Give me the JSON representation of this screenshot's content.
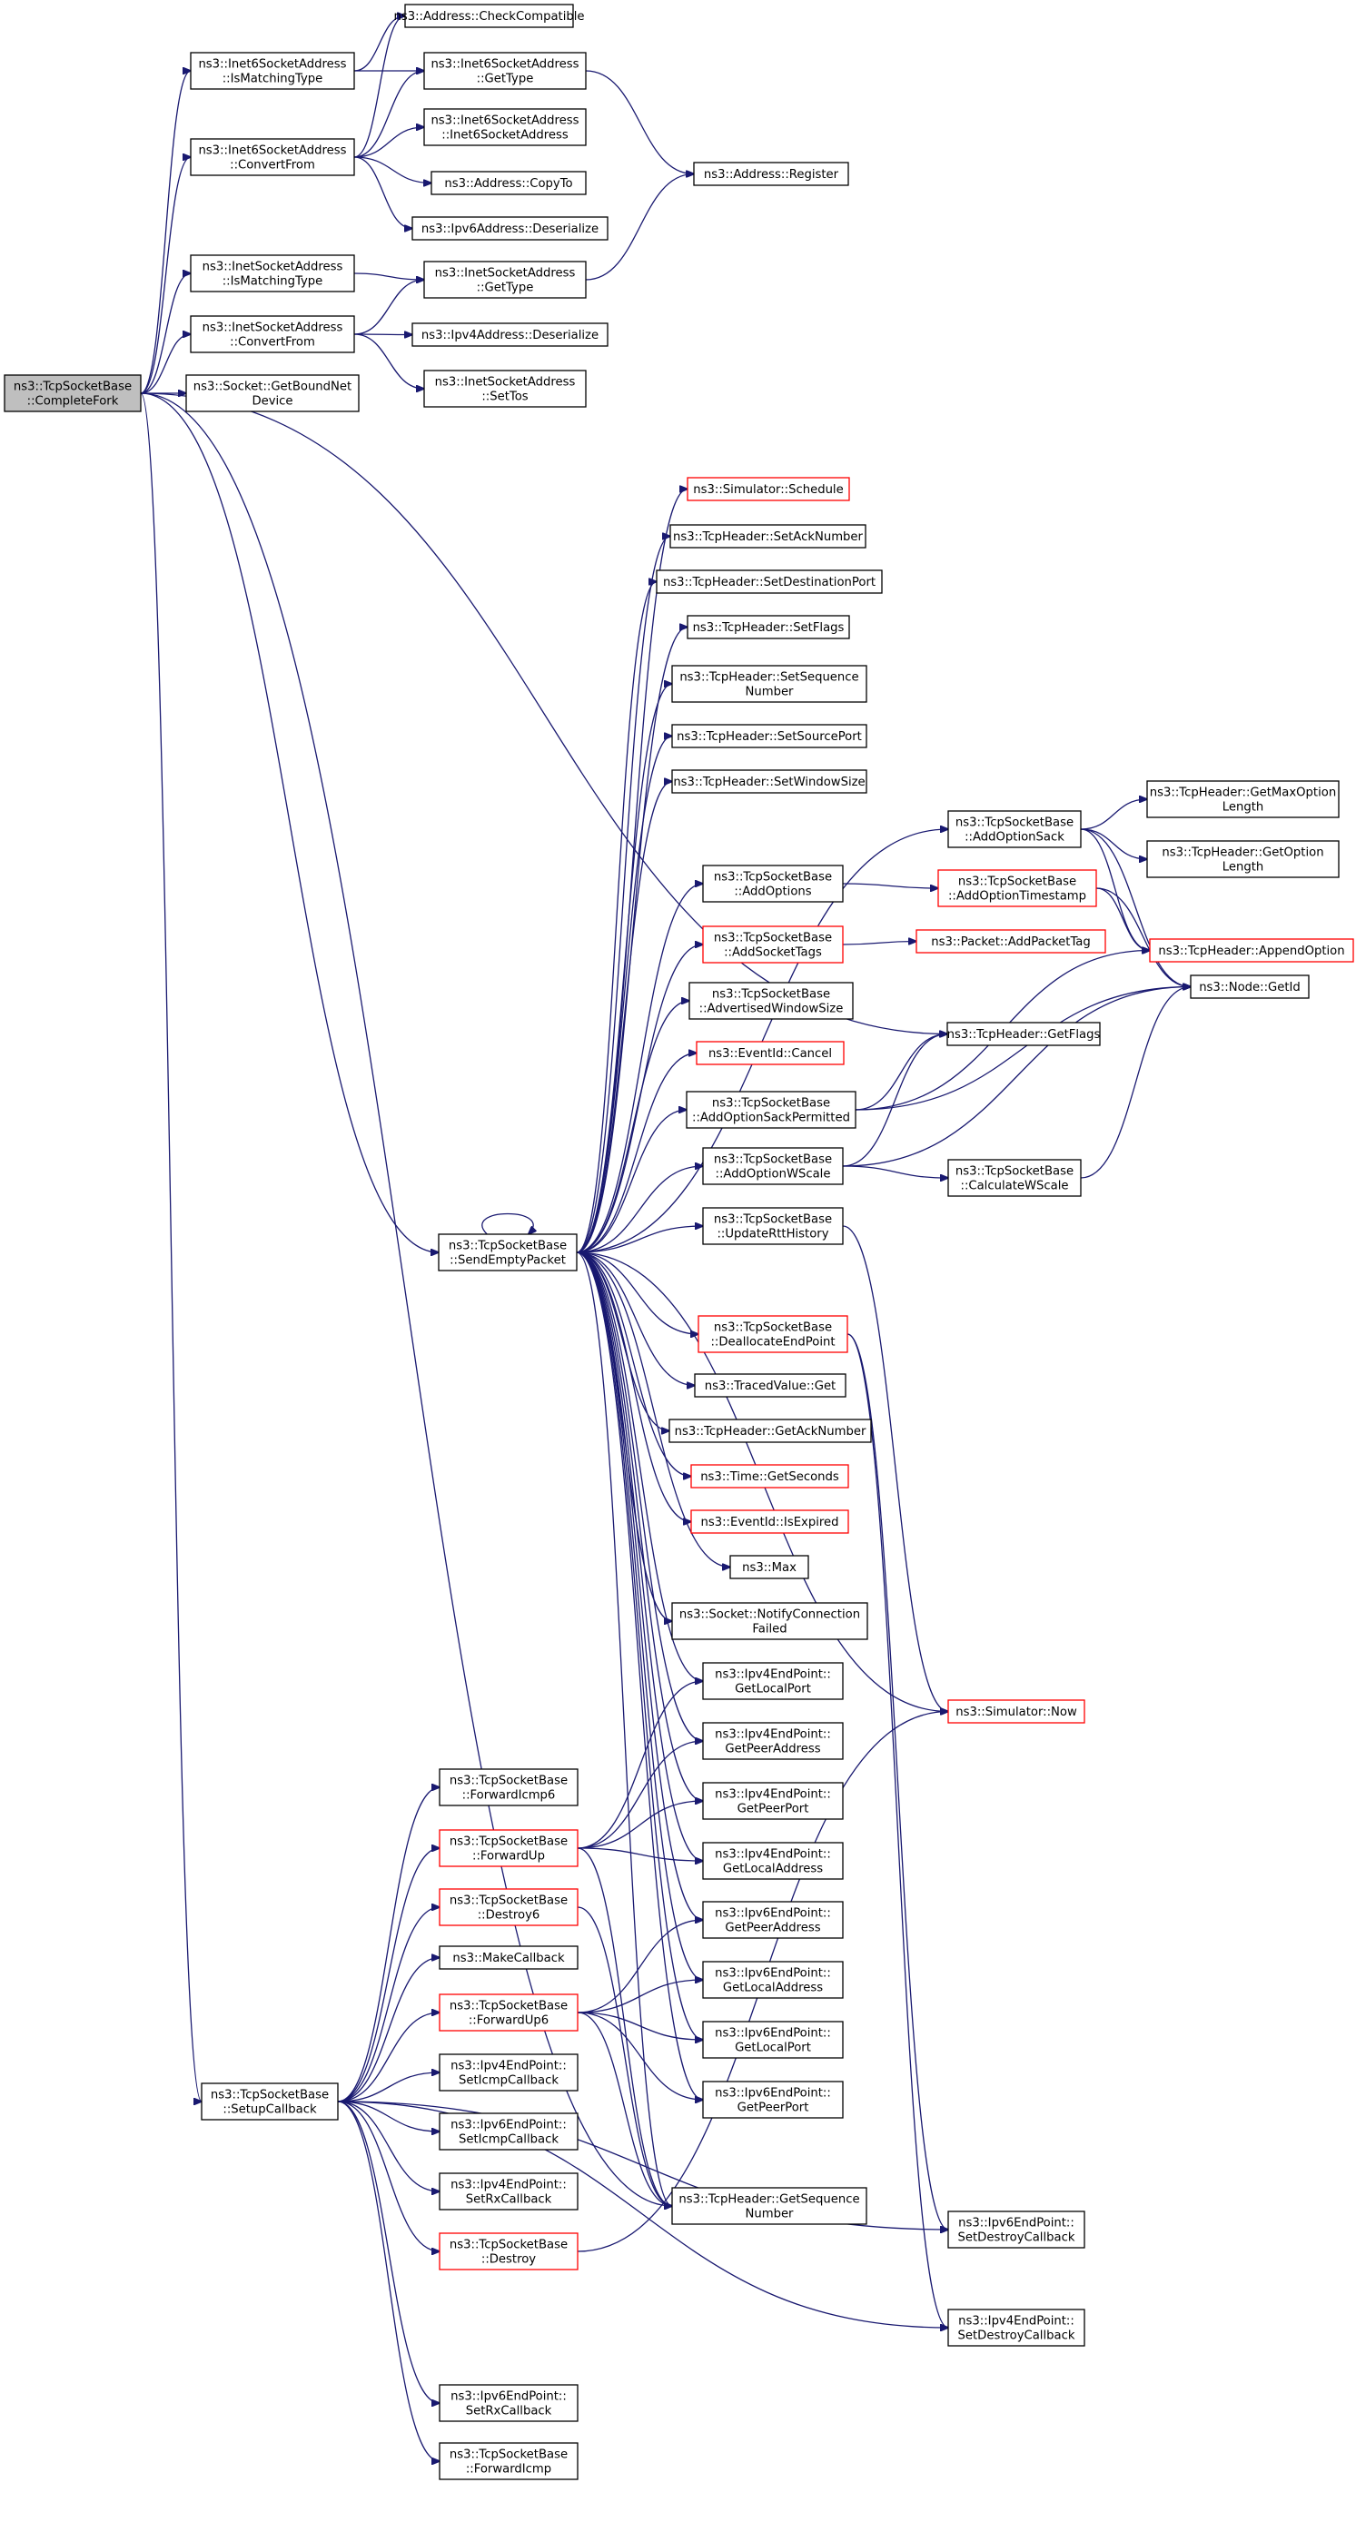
{
  "graph": {
    "edge_color": "#191970",
    "highlight_border_color": "#ff0000",
    "root_fill_color": "#bfbfbf",
    "nodes": [
      {
        "id": "completefork",
        "lines": [
          "ns3::TcpSocketBase",
          "::CompleteFork"
        ],
        "style": "root"
      },
      {
        "id": "addr_checkcompat",
        "lines": [
          "ns3::Address::CheckCompatible"
        ],
        "style": "normal"
      },
      {
        "id": "inet6_ismatching",
        "lines": [
          "ns3::Inet6SocketAddress",
          "::IsMatchingType"
        ],
        "style": "normal"
      },
      {
        "id": "inet6_gettype",
        "lines": [
          "ns3::Inet6SocketAddress",
          "::GetType"
        ],
        "style": "normal"
      },
      {
        "id": "inet6_convertfrom",
        "lines": [
          "ns3::Inet6SocketAddress",
          "::ConvertFrom"
        ],
        "style": "normal"
      },
      {
        "id": "inet6_ctor",
        "lines": [
          "ns3::Inet6SocketAddress",
          "::Inet6SocketAddress"
        ],
        "style": "normal"
      },
      {
        "id": "addr_register",
        "lines": [
          "ns3::Address::Register"
        ],
        "style": "normal"
      },
      {
        "id": "addr_copyto",
        "lines": [
          "ns3::Address::CopyTo"
        ],
        "style": "normal"
      },
      {
        "id": "ipv6addr_deser",
        "lines": [
          "ns3::Ipv6Address::Deserialize"
        ],
        "style": "normal"
      },
      {
        "id": "inet_ismatching",
        "lines": [
          "ns3::InetSocketAddress",
          "::IsMatchingType"
        ],
        "style": "normal"
      },
      {
        "id": "inet_gettype",
        "lines": [
          "ns3::InetSocketAddress",
          "::GetType"
        ],
        "style": "normal"
      },
      {
        "id": "inet_convertfrom",
        "lines": [
          "ns3::InetSocketAddress",
          "::ConvertFrom"
        ],
        "style": "normal"
      },
      {
        "id": "ipv4addr_deser",
        "lines": [
          "ns3::Ipv4Address::Deserialize"
        ],
        "style": "normal"
      },
      {
        "id": "inet_settos",
        "lines": [
          "ns3::InetSocketAddress",
          "::SetTos"
        ],
        "style": "normal"
      },
      {
        "id": "sock_getbound",
        "lines": [
          "ns3::Socket::GetBoundNet",
          "Device"
        ],
        "style": "normal"
      },
      {
        "id": "sim_schedule",
        "lines": [
          "ns3::Simulator::Schedule"
        ],
        "style": "red"
      },
      {
        "id": "th_setack",
        "lines": [
          "ns3::TcpHeader::SetAckNumber"
        ],
        "style": "normal"
      },
      {
        "id": "th_setdstport",
        "lines": [
          "ns3::TcpHeader::SetDestinationPort"
        ],
        "style": "normal"
      },
      {
        "id": "th_setflags",
        "lines": [
          "ns3::TcpHeader::SetFlags"
        ],
        "style": "normal"
      },
      {
        "id": "th_setseq",
        "lines": [
          "ns3::TcpHeader::SetSequence",
          "Number"
        ],
        "style": "normal"
      },
      {
        "id": "th_setsrcport",
        "lines": [
          "ns3::TcpHeader::SetSourcePort"
        ],
        "style": "normal"
      },
      {
        "id": "th_setwin",
        "lines": [
          "ns3::TcpHeader::SetWindowSize"
        ],
        "style": "normal"
      },
      {
        "id": "tsb_addoptsack",
        "lines": [
          "ns3::TcpSocketBase",
          "::AddOptionSack"
        ],
        "style": "normal"
      },
      {
        "id": "th_getmaxopt",
        "lines": [
          "ns3::TcpHeader::GetMaxOption",
          "Length"
        ],
        "style": "normal"
      },
      {
        "id": "th_getoptlen",
        "lines": [
          "ns3::TcpHeader::GetOption",
          "Length"
        ],
        "style": "normal"
      },
      {
        "id": "tsb_addoptions",
        "lines": [
          "ns3::TcpSocketBase",
          "::AddOptions"
        ],
        "style": "normal"
      },
      {
        "id": "tsb_addoptts",
        "lines": [
          "ns3::TcpSocketBase",
          "::AddOptionTimestamp"
        ],
        "style": "red"
      },
      {
        "id": "th_appendopt",
        "lines": [
          "ns3::TcpHeader::AppendOption"
        ],
        "style": "red"
      },
      {
        "id": "tsb_addsocktags",
        "lines": [
          "ns3::TcpSocketBase",
          "::AddSocketTags"
        ],
        "style": "red"
      },
      {
        "id": "pkt_addtag",
        "lines": [
          "ns3::Packet::AddPacketTag"
        ],
        "style": "red"
      },
      {
        "id": "node_getid",
        "lines": [
          "ns3::Node::GetId"
        ],
        "style": "normal"
      },
      {
        "id": "tsb_advwin",
        "lines": [
          "ns3::TcpSocketBase",
          "::AdvertisedWindowSize"
        ],
        "style": "normal"
      },
      {
        "id": "ev_cancel",
        "lines": [
          "ns3::EventId::Cancel"
        ],
        "style": "red"
      },
      {
        "id": "tsb_addoptsackperm",
        "lines": [
          "ns3::TcpSocketBase",
          "::AddOptionSackPermitted"
        ],
        "style": "normal"
      },
      {
        "id": "th_getflags",
        "lines": [
          "ns3::TcpHeader::GetFlags"
        ],
        "style": "normal"
      },
      {
        "id": "tsb_addoptwscale",
        "lines": [
          "ns3::TcpSocketBase",
          "::AddOptionWScale"
        ],
        "style": "normal"
      },
      {
        "id": "tsb_calcwscale",
        "lines": [
          "ns3::TcpSocketBase",
          "::CalculateWScale"
        ],
        "style": "normal"
      },
      {
        "id": "tsb_sendempty",
        "lines": [
          "ns3::TcpSocketBase",
          "::SendEmptyPacket"
        ],
        "style": "normal"
      },
      {
        "id": "tsb_updrtt",
        "lines": [
          "ns3::TcpSocketBase",
          "::UpdateRttHistory"
        ],
        "style": "normal"
      },
      {
        "id": "tsb_dealloc",
        "lines": [
          "ns3::TcpSocketBase",
          "::DeallocateEndPoint"
        ],
        "style": "red"
      },
      {
        "id": "tv_get",
        "lines": [
          "ns3::TracedValue::Get"
        ],
        "style": "normal"
      },
      {
        "id": "th_getack",
        "lines": [
          "ns3::TcpHeader::GetAckNumber"
        ],
        "style": "normal"
      },
      {
        "id": "time_getsec",
        "lines": [
          "ns3::Time::GetSeconds"
        ],
        "style": "red"
      },
      {
        "id": "ev_isexpired",
        "lines": [
          "ns3::EventId::IsExpired"
        ],
        "style": "red"
      },
      {
        "id": "ns3_max",
        "lines": [
          "ns3::Max"
        ],
        "style": "normal"
      },
      {
        "id": "sock_notifyfail",
        "lines": [
          "ns3::Socket::NotifyConnection",
          "Failed"
        ],
        "style": "normal"
      },
      {
        "id": "ipv4ep_getlocalport",
        "lines": [
          "ns3::Ipv4EndPoint::",
          "GetLocalPort"
        ],
        "style": "normal"
      },
      {
        "id": "sim_now",
        "lines": [
          "ns3::Simulator::Now"
        ],
        "style": "red"
      },
      {
        "id": "ipv4ep_getpeeraddr",
        "lines": [
          "ns3::Ipv4EndPoint::",
          "GetPeerAddress"
        ],
        "style": "normal"
      },
      {
        "id": "tsb_fwdicmp6",
        "lines": [
          "ns3::TcpSocketBase",
          "::ForwardIcmp6"
        ],
        "style": "normal"
      },
      {
        "id": "ipv4ep_getpeerport",
        "lines": [
          "ns3::Ipv4EndPoint::",
          "GetPeerPort"
        ],
        "style": "normal"
      },
      {
        "id": "tsb_fwdup",
        "lines": [
          "ns3::TcpSocketBase",
          "::ForwardUp"
        ],
        "style": "red"
      },
      {
        "id": "ipv4ep_getlocaladdr",
        "lines": [
          "ns3::Ipv4EndPoint::",
          "GetLocalAddress"
        ],
        "style": "normal"
      },
      {
        "id": "tsb_destroy6",
        "lines": [
          "ns3::TcpSocketBase",
          "::Destroy6"
        ],
        "style": "red"
      },
      {
        "id": "ipv6ep_getpeeraddr",
        "lines": [
          "ns3::Ipv6EndPoint::",
          "GetPeerAddress"
        ],
        "style": "normal"
      },
      {
        "id": "makecallback",
        "lines": [
          "ns3::MakeCallback"
        ],
        "style": "normal"
      },
      {
        "id": "ipv6ep_getlocaladdr",
        "lines": [
          "ns3::Ipv6EndPoint::",
          "GetLocalAddress"
        ],
        "style": "normal"
      },
      {
        "id": "tsb_fwdup6",
        "lines": [
          "ns3::TcpSocketBase",
          "::ForwardUp6"
        ],
        "style": "red"
      },
      {
        "id": "ipv6ep_getlocalport",
        "lines": [
          "ns3::Ipv6EndPoint::",
          "GetLocalPort"
        ],
        "style": "normal"
      },
      {
        "id": "tsb_setupcb",
        "lines": [
          "ns3::TcpSocketBase",
          "::SetupCallback"
        ],
        "style": "normal"
      },
      {
        "id": "ipv4ep_seticmp",
        "lines": [
          "ns3::Ipv4EndPoint::",
          "SetIcmpCallback"
        ],
        "style": "normal"
      },
      {
        "id": "ipv6ep_getpeerport",
        "lines": [
          "ns3::Ipv6EndPoint::",
          "GetPeerPort"
        ],
        "style": "normal"
      },
      {
        "id": "ipv6ep_seticmp",
        "lines": [
          "ns3::Ipv6EndPoint::",
          "SetIcmpCallback"
        ],
        "style": "normal"
      },
      {
        "id": "ipv4ep_setrx",
        "lines": [
          "ns3::Ipv4EndPoint::",
          "SetRxCallback"
        ],
        "style": "normal"
      },
      {
        "id": "th_getseq",
        "lines": [
          "ns3::TcpHeader::GetSequence",
          "Number"
        ],
        "style": "normal"
      },
      {
        "id": "tsb_destroy",
        "lines": [
          "ns3::TcpSocketBase",
          "::Destroy"
        ],
        "style": "red"
      },
      {
        "id": "ipv6ep_setdestroy",
        "lines": [
          "ns3::Ipv6EndPoint::",
          "SetDestroyCallback"
        ],
        "style": "normal"
      },
      {
        "id": "ipv4ep_setdestroy",
        "lines": [
          "ns3::Ipv4EndPoint::",
          "SetDestroyCallback"
        ],
        "style": "normal"
      },
      {
        "id": "ipv6ep_setrx",
        "lines": [
          "ns3::Ipv6EndPoint::",
          "SetRxCallback"
        ],
        "style": "normal"
      },
      {
        "id": "tsb_fwdicmp",
        "lines": [
          "ns3::TcpSocketBase",
          "::ForwardIcmp"
        ],
        "style": "normal"
      }
    ],
    "edges": [
      [
        "completefork",
        "inet6_ismatching"
      ],
      [
        "completefork",
        "inet6_convertfrom"
      ],
      [
        "completefork",
        "inet_ismatching"
      ],
      [
        "completefork",
        "inet_convertfrom"
      ],
      [
        "completefork",
        "sock_getbound"
      ],
      [
        "completefork",
        "th_getflags"
      ],
      [
        "completefork",
        "tsb_sendempty"
      ],
      [
        "completefork",
        "tsb_setupcb"
      ],
      [
        "completefork",
        "th_getseq"
      ],
      [
        "inet6_ismatching",
        "addr_checkcompat"
      ],
      [
        "inet6_ismatching",
        "inet6_gettype"
      ],
      [
        "inet6_convertfrom",
        "addr_checkcompat"
      ],
      [
        "inet6_convertfrom",
        "inet6_gettype"
      ],
      [
        "inet6_convertfrom",
        "inet6_ctor"
      ],
      [
        "inet6_convertfrom",
        "addr_copyto"
      ],
      [
        "inet6_convertfrom",
        "ipv6addr_deser"
      ],
      [
        "inet6_gettype",
        "addr_register"
      ],
      [
        "inet_gettype",
        "addr_register"
      ],
      [
        "inet_ismatching",
        "inet_gettype"
      ],
      [
        "inet_convertfrom",
        "inet_gettype"
      ],
      [
        "inet_convertfrom",
        "ipv4addr_deser"
      ],
      [
        "inet_convertfrom",
        "inet_settos"
      ],
      [
        "tsb_sendempty",
        "tsb_sendempty"
      ],
      [
        "tsb_sendempty",
        "sim_schedule"
      ],
      [
        "tsb_sendempty",
        "th_setack"
      ],
      [
        "tsb_sendempty",
        "th_setdstport"
      ],
      [
        "tsb_sendempty",
        "th_setflags"
      ],
      [
        "tsb_sendempty",
        "th_setseq"
      ],
      [
        "tsb_sendempty",
        "th_setsrcport"
      ],
      [
        "tsb_sendempty",
        "th_setwin"
      ],
      [
        "tsb_sendempty",
        "tsb_addoptsack"
      ],
      [
        "tsb_sendempty",
        "tsb_addoptions"
      ],
      [
        "tsb_sendempty",
        "tsb_addsocktags"
      ],
      [
        "tsb_sendempty",
        "tsb_advwin"
      ],
      [
        "tsb_sendempty",
        "ev_cancel"
      ],
      [
        "tsb_sendempty",
        "tsb_addoptsackperm"
      ],
      [
        "tsb_sendempty",
        "tsb_addoptwscale"
      ],
      [
        "tsb_sendempty",
        "tsb_updrtt"
      ],
      [
        "tsb_sendempty",
        "tsb_dealloc"
      ],
      [
        "tsb_sendempty",
        "tv_get"
      ],
      [
        "tsb_sendempty",
        "th_getack"
      ],
      [
        "tsb_sendempty",
        "time_getsec"
      ],
      [
        "tsb_sendempty",
        "ev_isexpired"
      ],
      [
        "tsb_sendempty",
        "ns3_max"
      ],
      [
        "tsb_sendempty",
        "sock_notifyfail"
      ],
      [
        "tsb_sendempty",
        "ipv4ep_getlocalport"
      ],
      [
        "tsb_sendempty",
        "ipv4ep_getpeeraddr"
      ],
      [
        "tsb_sendempty",
        "ipv4ep_getpeerport"
      ],
      [
        "tsb_sendempty",
        "ipv4ep_getlocaladdr"
      ],
      [
        "tsb_sendempty",
        "ipv6ep_getpeeraddr"
      ],
      [
        "tsb_sendempty",
        "ipv6ep_getlocaladdr"
      ],
      [
        "tsb_sendempty",
        "ipv6ep_getlocalport"
      ],
      [
        "tsb_sendempty",
        "ipv6ep_getpeerport"
      ],
      [
        "tsb_sendempty",
        "sim_now"
      ],
      [
        "tsb_sendempty",
        "th_getseq"
      ],
      [
        "tsb_addoptsack",
        "th_getmaxopt"
      ],
      [
        "tsb_addoptsack",
        "th_getoptlen"
      ],
      [
        "tsb_addoptsack",
        "th_appendopt"
      ],
      [
        "tsb_addoptsack",
        "node_getid"
      ],
      [
        "tsb_addoptions",
        "tsb_addoptts"
      ],
      [
        "tsb_addoptts",
        "th_appendopt"
      ],
      [
        "tsb_addoptts",
        "node_getid"
      ],
      [
        "tsb_addsocktags",
        "pkt_addtag"
      ],
      [
        "tsb_addoptsackperm",
        "th_appendopt"
      ],
      [
        "tsb_addoptsackperm",
        "node_getid"
      ],
      [
        "tsb_addoptsackperm",
        "th_getflags"
      ],
      [
        "tsb_addoptwscale",
        "th_getflags"
      ],
      [
        "tsb_addoptwscale",
        "tsb_calcwscale"
      ],
      [
        "tsb_addoptwscale",
        "node_getid"
      ],
      [
        "tsb_calcwscale",
        "node_getid"
      ],
      [
        "tsb_updrtt",
        "sim_now"
      ],
      [
        "tsb_dealloc",
        "ipv6ep_setdestroy"
      ],
      [
        "tsb_dealloc",
        "ipv4ep_setdestroy"
      ],
      [
        "tsb_setupcb",
        "tsb_fwdicmp6"
      ],
      [
        "tsb_setupcb",
        "tsb_fwdup"
      ],
      [
        "tsb_setupcb",
        "tsb_destroy6"
      ],
      [
        "tsb_setupcb",
        "makecallback"
      ],
      [
        "tsb_setupcb",
        "tsb_fwdup6"
      ],
      [
        "tsb_setupcb",
        "ipv4ep_seticmp"
      ],
      [
        "tsb_setupcb",
        "ipv6ep_seticmp"
      ],
      [
        "tsb_setupcb",
        "ipv4ep_setrx"
      ],
      [
        "tsb_setupcb",
        "tsb_destroy"
      ],
      [
        "tsb_setupcb",
        "ipv6ep_setdestroy"
      ],
      [
        "tsb_setupcb",
        "ipv4ep_setdestroy"
      ],
      [
        "tsb_setupcb",
        "ipv6ep_setrx"
      ],
      [
        "tsb_setupcb",
        "tsb_fwdicmp"
      ],
      [
        "tsb_fwdup",
        "ipv4ep_getlocalport"
      ],
      [
        "tsb_fwdup",
        "ipv4ep_getpeeraddr"
      ],
      [
        "tsb_fwdup",
        "ipv4ep_getpeerport"
      ],
      [
        "tsb_fwdup",
        "ipv4ep_getlocaladdr"
      ],
      [
        "tsb_fwdup",
        "th_getseq"
      ],
      [
        "tsb_destroy6",
        "th_getseq"
      ],
      [
        "tsb_fwdup6",
        "ipv6ep_getpeeraddr"
      ],
      [
        "tsb_fwdup6",
        "ipv6ep_getlocaladdr"
      ],
      [
        "tsb_fwdup6",
        "ipv6ep_getlocalport"
      ],
      [
        "tsb_fwdup6",
        "ipv6ep_getpeerport"
      ],
      [
        "tsb_fwdup6",
        "th_getseq"
      ],
      [
        "tsb_destroy",
        "sim_now"
      ]
    ]
  }
}
